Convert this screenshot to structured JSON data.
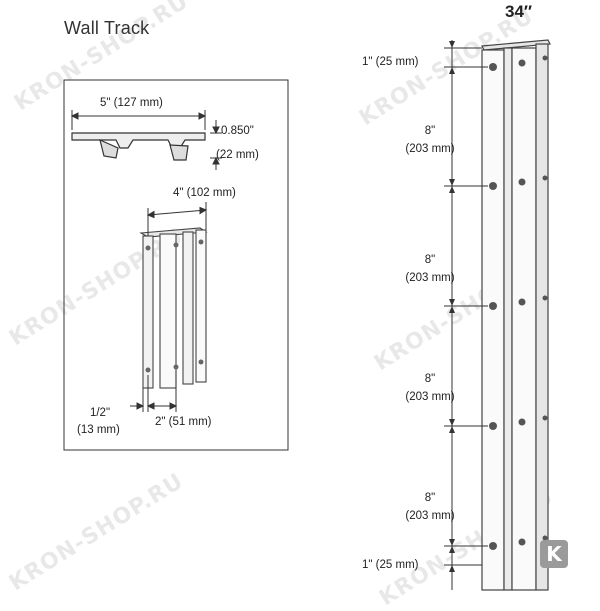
{
  "header": {
    "section_title": "Wall Track",
    "length_label": "34″"
  },
  "detail": {
    "profile_width": "5\" (127 mm)",
    "profile_height_in": "0.850\"",
    "profile_height_mm": "(22 mm)",
    "track_width": "4\" (102 mm)",
    "edge_offset_in": "1/2\"",
    "edge_offset_mm": "(13 mm)",
    "hole_spacing": "2\" (51 mm)"
  },
  "track": {
    "top_margin": "1\" (25 mm)",
    "bottom_margin": "1\" (25 mm)",
    "spacings": [
      {
        "in": "8\"",
        "mm": "(203 mm)"
      },
      {
        "in": "8\"",
        "mm": "(203 mm)"
      },
      {
        "in": "8\"",
        "mm": "(203 mm)"
      },
      {
        "in": "8\"",
        "mm": "(203 mm)"
      }
    ]
  },
  "watermark": "KRON-SHOP.RU",
  "logo": "K"
}
